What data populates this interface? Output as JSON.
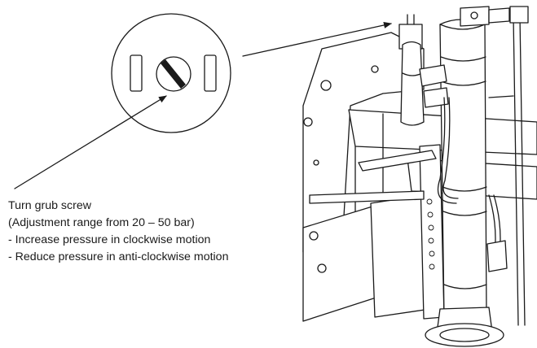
{
  "instruction": {
    "lines": [
      "Turn grub screw",
      "(Adjustment range from 20 – 50 bar)",
      "- Increase pressure in clockwise motion",
      "- Reduce pressure in anti-clockwise motion"
    ]
  },
  "colors": {
    "line": "#1a1a1a",
    "background": "#ffffff"
  }
}
